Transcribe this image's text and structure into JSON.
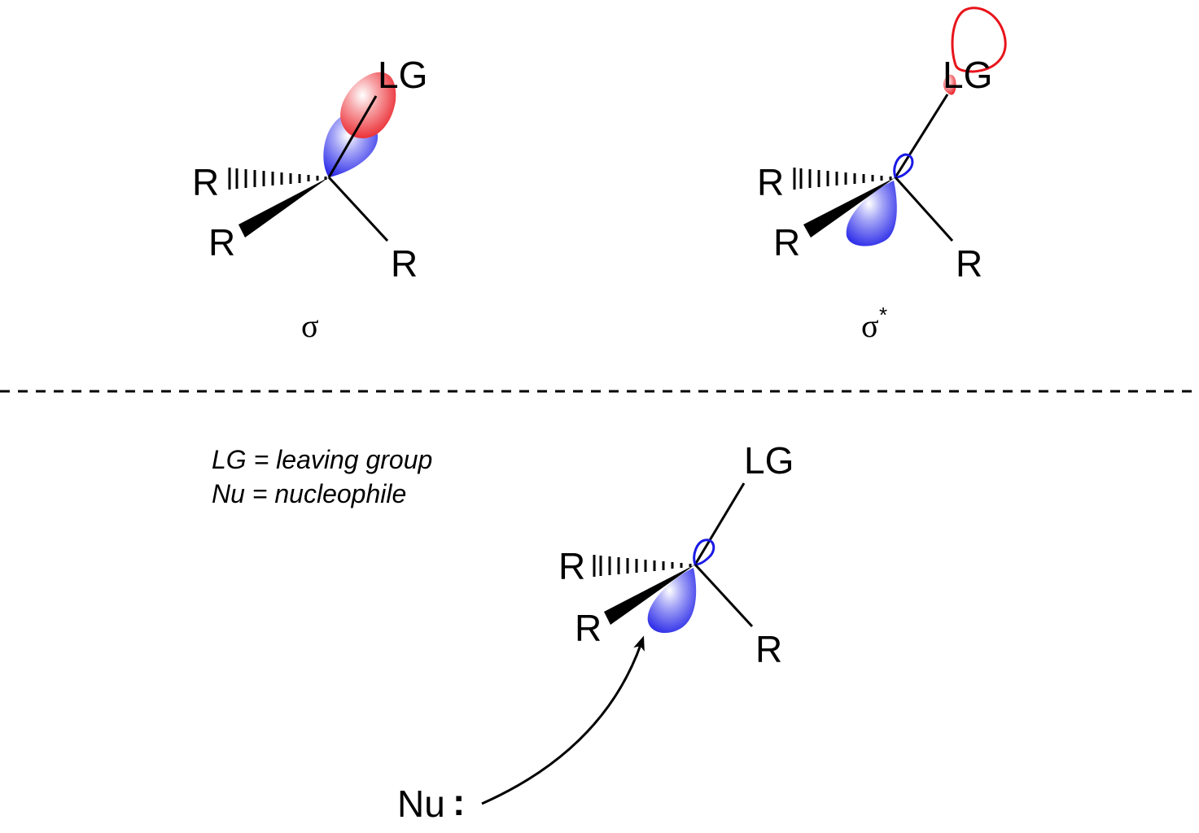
{
  "colors": {
    "positive_lobe": "#e8141b",
    "negative_lobe": "#1a1ae6",
    "bond": "#000000",
    "background": "#ffffff"
  },
  "top_left": {
    "leaving_group": "LG",
    "substituent_hash": "R",
    "substituent_wedge": "R",
    "substituent_plain": "R",
    "orbital_label": "σ"
  },
  "top_right": {
    "leaving_group": "LG",
    "substituent_hash": "R",
    "substituent_wedge": "R",
    "substituent_plain": "R",
    "orbital_label": "σ",
    "orbital_superscript": "*"
  },
  "legend": {
    "line1": "LG = leaving group",
    "line2": "Nu = nucleophile"
  },
  "bottom": {
    "leaving_group": "LG",
    "substituent_hash": "R",
    "substituent_wedge": "R",
    "substituent_plain": "R",
    "nucleophile": "Nu",
    "lone_pair_glyph": ":"
  }
}
